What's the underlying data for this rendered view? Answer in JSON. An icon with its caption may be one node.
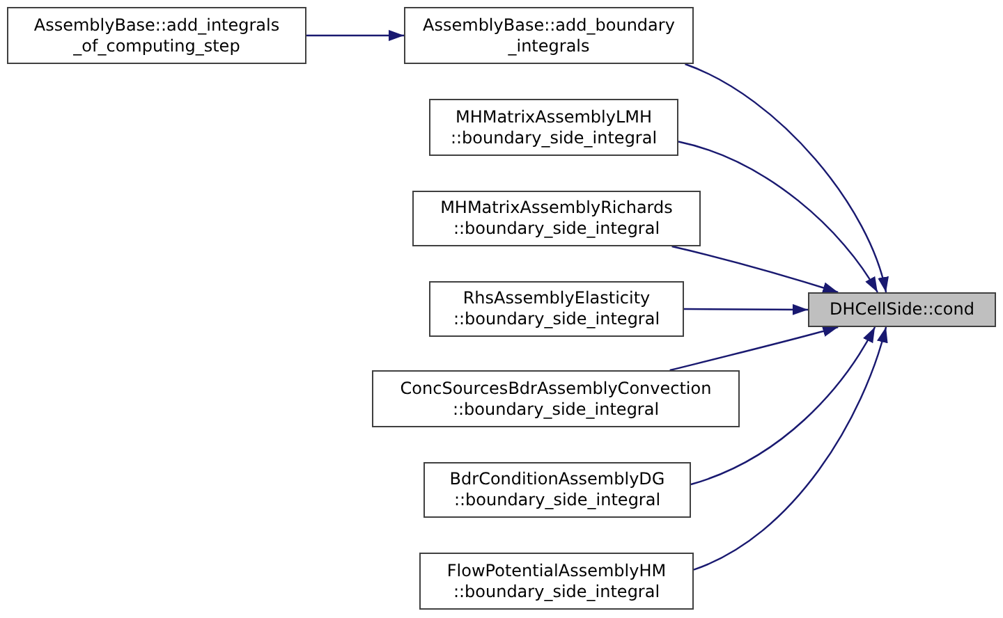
{
  "diagram": {
    "nodes": [
      {
        "text": [
          "AssemblyBase::add_integrals _of_computing_step"
        ]
      },
      {
        "text": [
          "AssemblyBase::add_boundary _integrals"
        ]
      },
      {
        "text": [
          "MHMatrixAssemblyLMH ::boundary_side_integral"
        ]
      },
      {
        "text": [
          "MHMatrixAssemblyRichards ::boundary_side_integral"
        ]
      },
      {
        "text": [
          "RhsAssemblyElasticity ::boundary_side_integral"
        ]
      },
      {
        "text": [
          "ConcSourcesBdrAssemblyConvection ::boundary_side_integral"
        ]
      },
      {
        "text": [
          "BdrConditionAssemblyDG ::boundary_side_integral"
        ]
      },
      {
        "text": [
          "FlowPotentialAssemblyHM ::boundary_side_integral"
        ]
      },
      {
        "text": [
          "DHCellSide::cond"
        ]
      }
    ],
    "edges": [
      {
        "from": 0,
        "to": 1,
        "arrow": "to"
      },
      {
        "from": 1,
        "to": 8,
        "arrow": "to"
      },
      {
        "from": 2,
        "to": 8,
        "arrow": "to"
      },
      {
        "from": 3,
        "to": 8,
        "arrow": "to"
      },
      {
        "from": 4,
        "to": 8,
        "arrow": "to"
      },
      {
        "from": 5,
        "to": 8,
        "arrow": "to"
      },
      {
        "from": 6,
        "to": 8,
        "arrow": "to"
      },
      {
        "from": 7,
        "to": 8,
        "arrow": "to"
      }
    ]
  }
}
